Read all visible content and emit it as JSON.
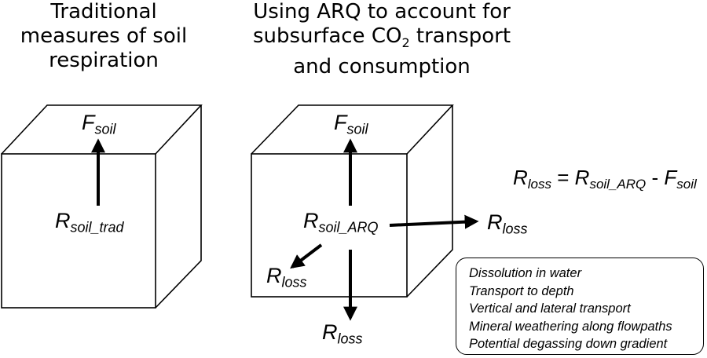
{
  "left_panel": {
    "title_lines": [
      "Traditional",
      "measures of soil",
      "respiration"
    ],
    "labels": {
      "f_soil": {
        "main": "F",
        "sub": "soil"
      },
      "r_soil_trad": {
        "main": "R",
        "sub": "soil_trad"
      }
    }
  },
  "right_panel": {
    "title_lines": [
      "Using ARQ to account for",
      "subsurface CO",
      "2",
      " transport",
      "and consumption"
    ],
    "labels": {
      "f_soil": {
        "main": "F",
        "sub": "soil"
      },
      "r_soil_arq": {
        "main": "R",
        "sub": "soil_ARQ"
      },
      "r_loss_right": {
        "main": "R",
        "sub": "loss"
      },
      "r_loss_left": {
        "main": "R",
        "sub": "loss"
      },
      "r_loss_bottom": {
        "main": "R",
        "sub": "loss"
      }
    }
  },
  "equation": {
    "lhs": {
      "main": "R",
      "sub": "loss"
    },
    "equals": " = ",
    "term1": {
      "main": "R",
      "sub": "soil_ARQ"
    },
    "minus": " - ",
    "term2": {
      "main": "F",
      "sub": "soil"
    }
  },
  "processes": [
    "Dissolution in water",
    "Transport to depth",
    "Vertical and lateral transport",
    "Mineral weathering along flowpaths",
    "Potential degassing down gradient"
  ]
}
